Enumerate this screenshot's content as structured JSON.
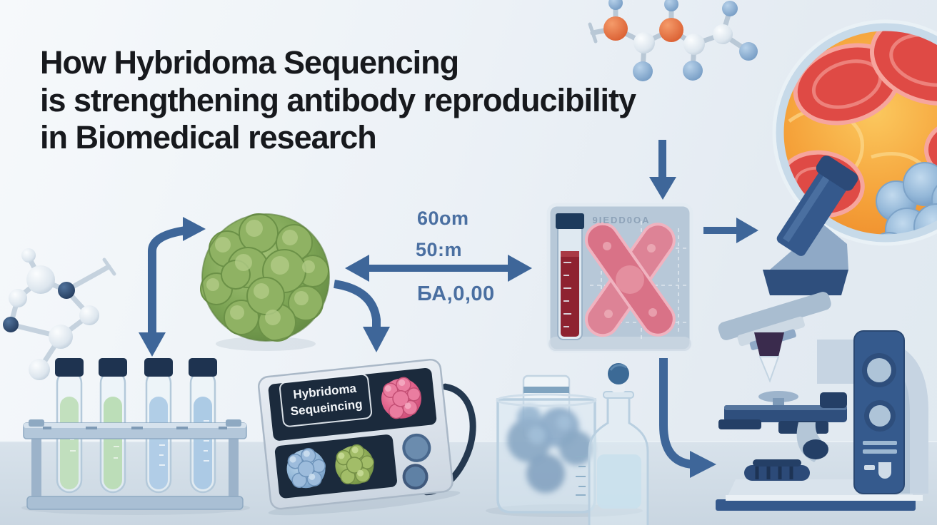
{
  "header": {
    "title_line1": "How Hybridoma Sequencing",
    "title_line2": "is strengthening antibody reproducibility",
    "title_line3": "in Biomedical research"
  },
  "annotations": {
    "measurement1": "60om",
    "measurement2": "50:m",
    "measurement3": "БА,0,00",
    "panel_watermark": "9IEDD0OA"
  },
  "device": {
    "screen_line1": "Hybridoma",
    "screen_line2": "Sequeincing"
  },
  "icons": {
    "green_cell": "hybridoma-cell-cluster",
    "blue_cell": "myeloma-cell-cluster",
    "pink_cell": "antibody-producing-cell",
    "chromosome": "x-chromosome",
    "microscope": "laboratory-microscope",
    "molecule": "ball-and-stick-molecule"
  },
  "colors": {
    "title_text": "#17191d",
    "label_blue": "#4a6fa1",
    "arrow_blue": "#3e6699",
    "navy": "#24405f",
    "panel_bg": "#b7c8d8",
    "green_cell": "#7ca454",
    "blood_red": "#8e2230",
    "chromosome_pink": "#dd8396",
    "micrograph_orange": "#f2983a",
    "micrograph_red": "#df4a45",
    "cluster_blue": "#a6c4e0",
    "table_surface": "#cdd9e4",
    "background": "#edf2f7"
  }
}
